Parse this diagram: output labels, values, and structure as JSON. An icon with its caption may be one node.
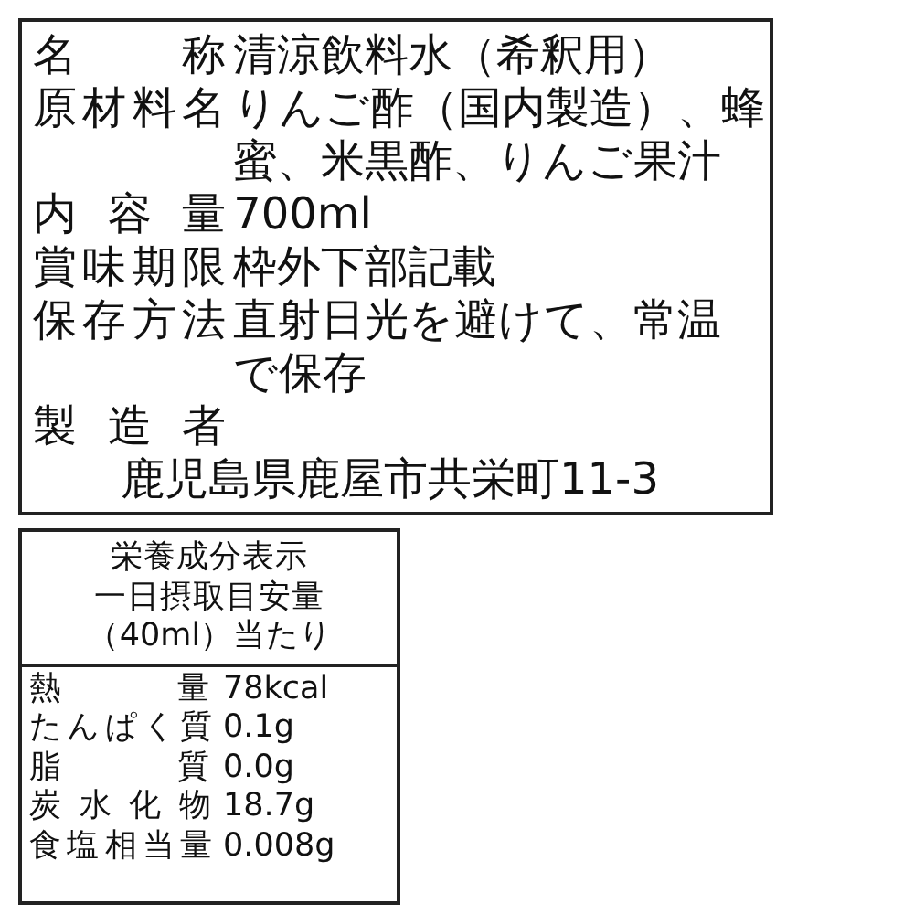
{
  "diagram": {
    "nodes": [
      {
        "text": [
          "名称",
          "清涼飲料水（希釈用）",
          "原材料名",
          "りんご酢（国内製造）、蜂蜜、米黒酢、りんご果汁",
          "内容量",
          "700ml",
          "賞味期限",
          "枠外下部記載",
          "保存方法",
          "直射日光を避けて、常温で保存",
          "製造者",
          "鹿児島県鹿屋市共栄町11-3"
        ]
      },
      {
        "text": [
          "栄養成分表示",
          "一日摂取目安量",
          "（40ml）当たり",
          "熱量",
          "78kcal",
          "たんぱく質",
          "0.1g",
          "脂質",
          "0.0g",
          "炭水化物",
          "18.7g",
          "食塩相当量",
          "0.008g"
        ]
      }
    ]
  }
}
